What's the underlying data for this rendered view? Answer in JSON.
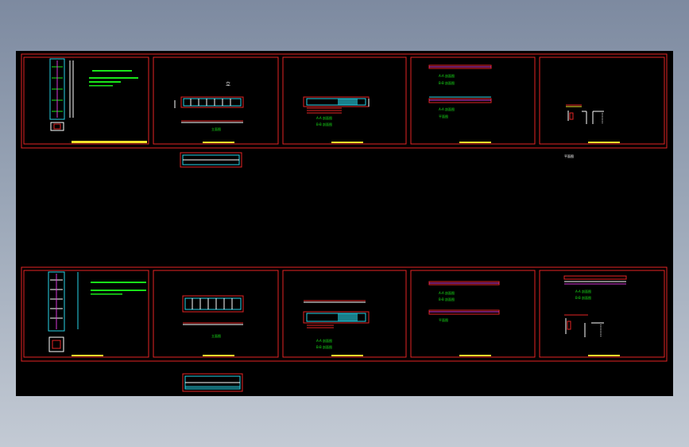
{
  "app": {
    "accent_red": "#e52424",
    "accent_green": "#19e619",
    "accent_cyan": "#28d4e8",
    "accent_magenta": "#d838d8",
    "accent_yellow": "#f2e22a"
  },
  "viewport": {
    "background": "#000000",
    "view_background": "gradient-blue-gray"
  },
  "drawing": {
    "sheet_labels": {
      "elevation": "立面图",
      "section_a": "A-A 剖面图",
      "section_b": "B-B 剖面图",
      "plan": "平面图"
    }
  }
}
